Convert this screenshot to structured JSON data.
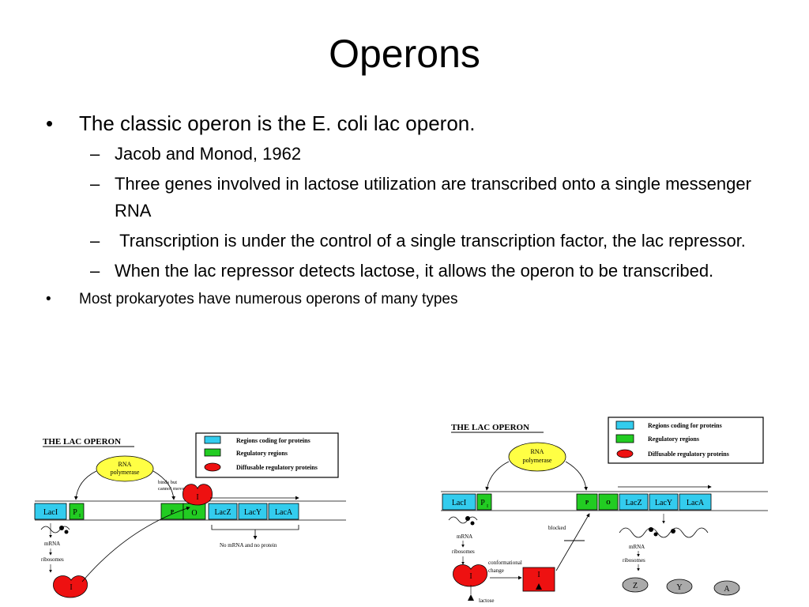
{
  "slide": {
    "title": "Operons",
    "bullets": [
      {
        "text": "The classic operon is the E. coli lac operon."
      },
      {
        "sub": [
          "Jacob and Monod, 1962",
          "Three genes involved in lactose utilization are transcribed onto a single messenger RNA",
          " Transcription is under the control of a single transcription factor, the lac repressor.",
          "When the lac repressor detects lactose, it allows the operon to be transcribed."
        ]
      },
      {
        "text": "Most prokaryotes have numerous operons of many types"
      }
    ],
    "bullet_mark": "•",
    "dash_mark": "–"
  },
  "diagram_left": {
    "title": "THE LAC OPERON",
    "legend": [
      "Regions coding for proteins",
      "Regulatory regions",
      "Diffusable regulatory proteins"
    ],
    "rna_polymerase": [
      "RNA",
      "polymerase"
    ],
    "binds_note": [
      "binds but",
      "cannot move to transcribe"
    ],
    "genes": {
      "lacI": "LacI",
      "pi": "P",
      "pi_sub": "I",
      "p": "P",
      "o": "O",
      "lacZ": "LacZ",
      "lacY": "LacY",
      "lacA": "LacA"
    },
    "repressor": "I",
    "mrna": "mRNA",
    "ribosomes": "ribosomes",
    "no_mrna": "No mRNA and no protein"
  },
  "diagram_right": {
    "title": "THE LAC OPERON",
    "legend": [
      "Regions coding for proteins",
      "Regulatory regions",
      "Diffusable regulatory proteins"
    ],
    "rna_polymerase": [
      "RNA",
      "polymerase"
    ],
    "genes": {
      "lacI": "LacI",
      "pi": "P",
      "pi_sub": "I",
      "p": "P",
      "o": "O",
      "lacZ": "LacZ",
      "lacY": "LacY",
      "lacA": "LacA"
    },
    "blocked": "blocked",
    "conformational": [
      "conformational",
      "change"
    ],
    "repressor": "I",
    "lactose": "lactose",
    "mrna": "mRNA",
    "ribosomes": "ribosomes",
    "proteins": [
      "Z",
      "Y",
      "A"
    ]
  },
  "colors": {
    "coding": "#33CCEE",
    "regulatory": "#22CC22",
    "repressor": "#EE1111",
    "polymerase": "#FFFF44",
    "protein": "#AAAAAA"
  }
}
